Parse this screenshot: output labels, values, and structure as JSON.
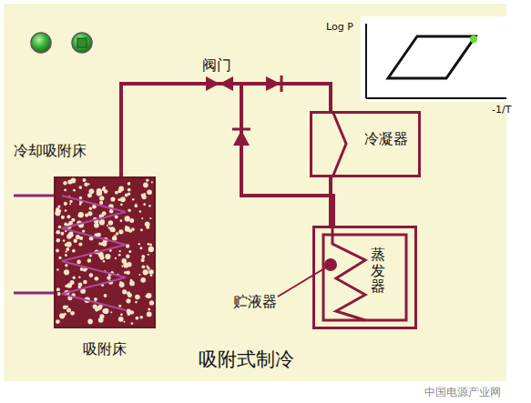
{
  "diagram": {
    "title": "吸附式制冷",
    "nodes": [
      {
        "text": [
          "吸附床"
        ]
      },
      {
        "text": [
          "冷凝器"
        ]
      },
      {
        "text": [
          "蒸发器"
        ]
      }
    ],
    "edges": [
      {
        "from": 0,
        "to": 1,
        "arrow": "none"
      },
      {
        "from": 1,
        "to": 2,
        "arrow": "none"
      },
      {
        "from": 2,
        "to": 0,
        "arrow": "none"
      }
    ],
    "labels": [
      "冷却吸附床",
      "阀门",
      "贮液器",
      "Log P",
      "-1/T",
      "中国电源产业网"
    ]
  }
}
